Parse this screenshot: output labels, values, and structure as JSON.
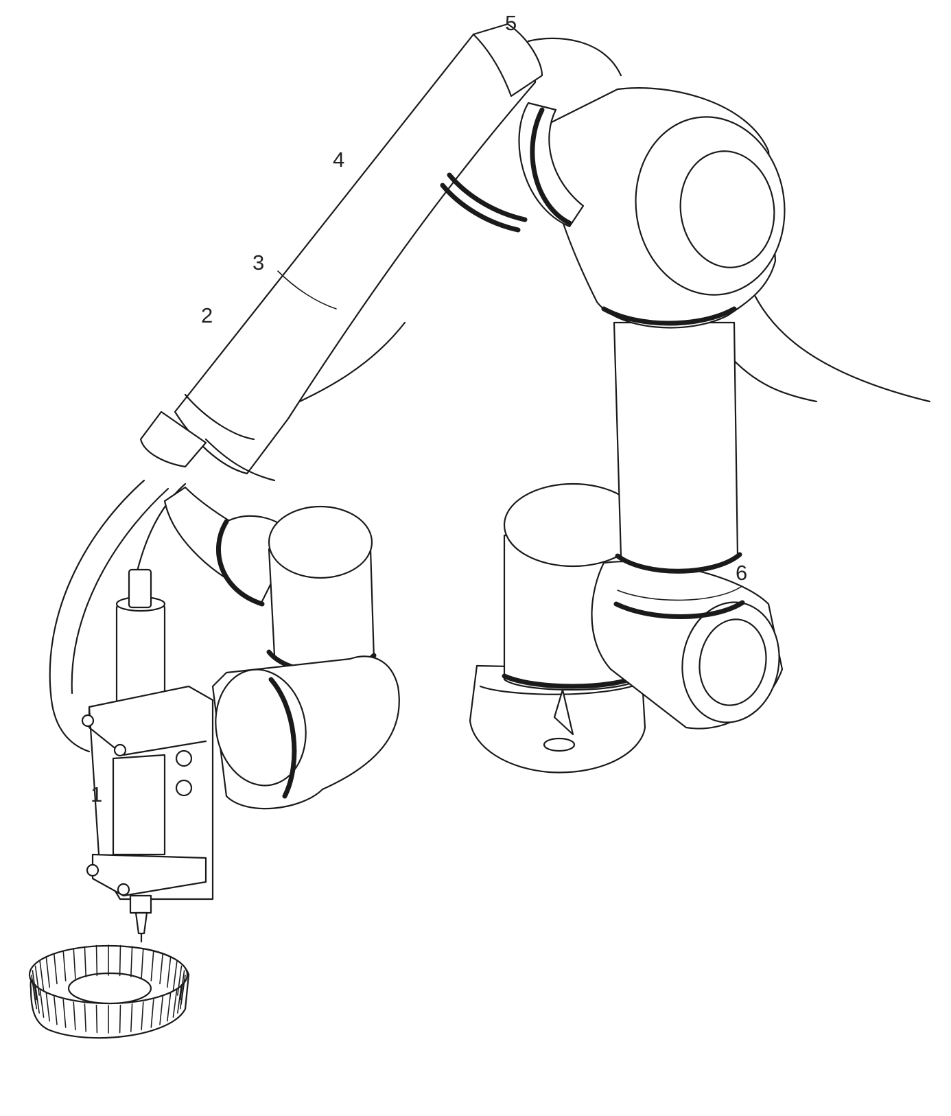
{
  "figure": {
    "callouts": [
      {
        "key": "nozzle",
        "text": "1"
      },
      {
        "key": "segment_a",
        "text": "2"
      },
      {
        "key": "segment_b",
        "text": "3"
      },
      {
        "key": "forearm",
        "text": "4"
      },
      {
        "key": "end_cap",
        "text": "5"
      },
      {
        "key": "base_joint",
        "text": "6"
      }
    ],
    "colors": {
      "line": "#1a1a1a",
      "background": "#ffffff"
    }
  }
}
